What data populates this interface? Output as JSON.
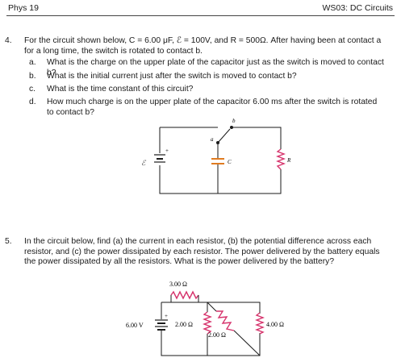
{
  "header": {
    "left": "Phys 19",
    "right": "WS03: DC Circuits"
  },
  "q4": {
    "number": "4.",
    "text": "For the circuit shown below, C = 6.00 μF, ℰ = 100V, and R = 500Ω. After having been at contact a for a long time, the switch is rotated to contact b.",
    "parts": [
      {
        "label": "a.",
        "text": "What is the charge on the upper plate of the capacitor just as the switch is moved to contact b?"
      },
      {
        "label": "b.",
        "text": "What is the initial current just after the switch is moved to contact b?"
      },
      {
        "label": "c.",
        "text": "What is the time constant of this circuit?"
      },
      {
        "label": "d.",
        "text": "How much charge is on the upper plate of the capacitor 6.00 ms after the switch is rotated to contact b?"
      }
    ],
    "circuit": {
      "emf": "ℰ",
      "plus": "+",
      "contact_a": "a",
      "contact_b": "b",
      "cap": "C",
      "res": "R"
    }
  },
  "q5": {
    "number": "5.",
    "text": "In the circuit below, find (a) the current in each resistor, (b) the potential difference across each resistor, and (c) the power dissipated by each resistor. The power delivered by the battery equals the power dissipated by all the resistors. What is the power delivered by the battery?",
    "circuit": {
      "battery": "6.00 V",
      "plus": "+",
      "r_top": "3.00 Ω",
      "r_left": "2.00 Ω",
      "r_mid": "2.00 Ω",
      "r_right": "4.00 Ω"
    }
  },
  "colors": {
    "resistor": "#d6336c",
    "wire": "#1a1a1a"
  }
}
